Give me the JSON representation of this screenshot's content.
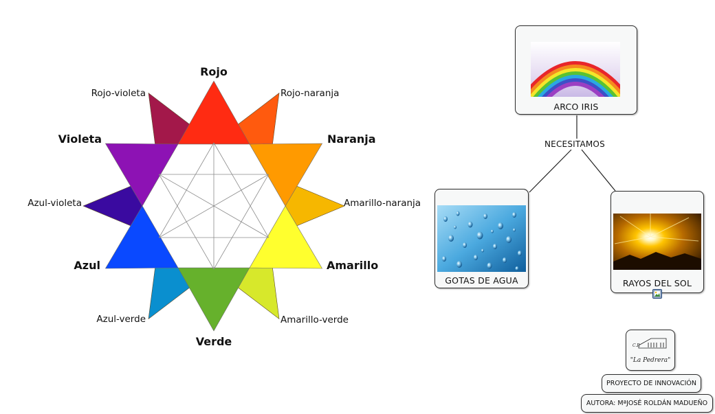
{
  "color_wheel": {
    "primary_labels": {
      "rojo": "Rojo",
      "naranja": "Naranja",
      "amarillo": "Amarillo",
      "verde": "Verde",
      "azul": "Azul",
      "violeta": "Violeta"
    },
    "secondary_labels": {
      "rojo_naranja": "Rojo-naranja",
      "amarillo_naranja": "Amarillo-naranja",
      "amarillo_verde": "Amarillo-verde",
      "azul_verde": "Azul-verde",
      "azul_violeta": "Azul-violeta",
      "rojo_violeta": "Rojo-violeta"
    },
    "colors": {
      "rojo": "#ff2b12",
      "naranja": "#ff9a00",
      "amarillo": "#ffff2e",
      "verde": "#66b12c",
      "azul": "#0a49ff",
      "violeta": "#8d12b4",
      "rojo_naranja": "#ff5a0e",
      "amarillo_naranja": "#f6b700",
      "amarillo_verde": "#d7e82b",
      "azul_verde": "#0a8fcf",
      "azul_violeta": "#3a0aa0",
      "rojo_violeta": "#a3184a"
    }
  },
  "concept_map": {
    "root": {
      "label": "ARCO IRIS",
      "image": "rainbow-picture"
    },
    "linking_phrase": "NECESITAMOS",
    "children": [
      {
        "label": "GOTAS DE AGUA",
        "image": "water-drops-picture"
      },
      {
        "label": "RAYOS DEL SOL",
        "image": "sunlight-picture",
        "resource_icon": "image-resource-icon"
      }
    ]
  },
  "credits": {
    "logo": {
      "alt": "school-logo",
      "lines": [
        "C.P.",
        "\"La Pedrera\""
      ]
    },
    "project": "PROYECTO DE INNOVACIÓN",
    "author": "AUTORA: MªJOSÉ ROLDÁN MADUEÑO"
  }
}
